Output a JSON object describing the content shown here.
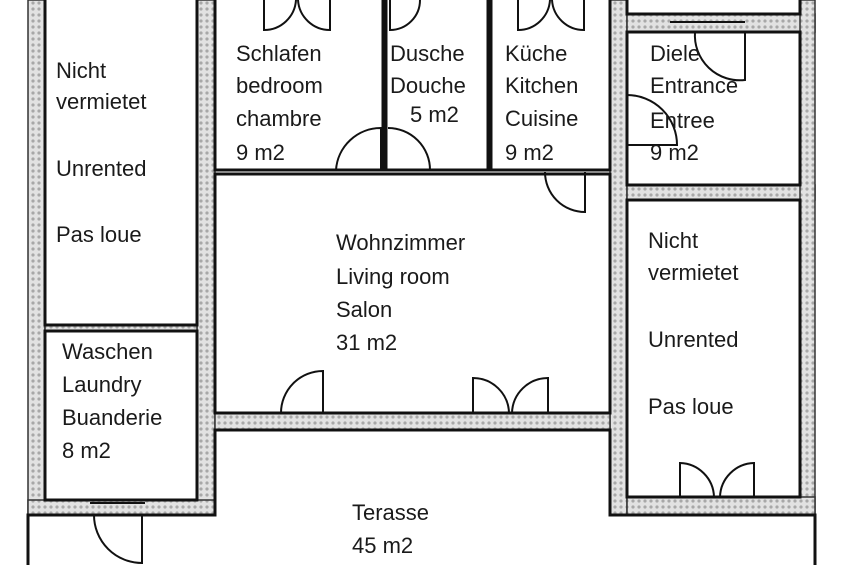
{
  "rooms": {
    "unrented_left": {
      "line1": "Nicht",
      "line2": "vermietet",
      "line3": "Unrented",
      "line4": "Pas loue"
    },
    "bedroom": {
      "line1": "Schlafen",
      "line2": "bedroom",
      "line3": "chambre",
      "area": "9 m2"
    },
    "shower": {
      "line1": "Dusche",
      "line2": "Douche",
      "area": "5 m2"
    },
    "kitchen": {
      "line1": "Küche",
      "line2": "Kitchen",
      "line3": "Cuisine",
      "area": "9 m2"
    },
    "entrance": {
      "line1": "Diele",
      "line2": "Entrance",
      "line3": "Entree",
      "area": "9 m2"
    },
    "living": {
      "line1": "Wohnzimmer",
      "line2": "Living room",
      "line3": "Salon",
      "area": "31 m2"
    },
    "unrented_right": {
      "line1": "Nicht",
      "line2": "vermietet",
      "line3": "Unrented",
      "line4": "Pas loue"
    },
    "laundry": {
      "line1": "Waschen",
      "line2": "Laundry",
      "line3": "Buanderie",
      "area": "8 m2"
    },
    "terrace": {
      "line1": "Terasse",
      "area": "45 m2"
    }
  },
  "colors": {
    "wall_hatch": "#c8c8c8",
    "line": "#111111",
    "background": "#ffffff"
  }
}
